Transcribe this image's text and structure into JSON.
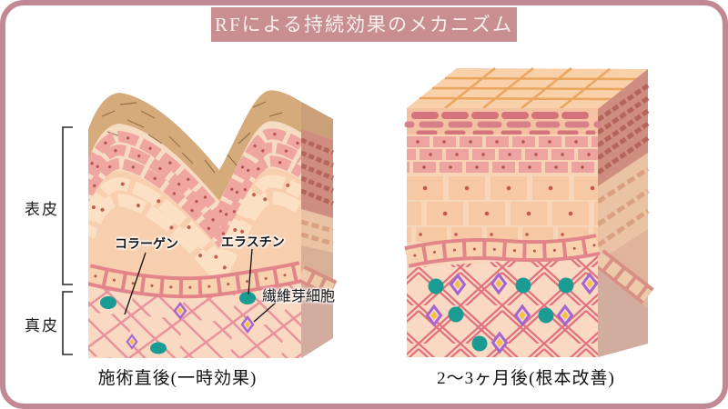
{
  "title": {
    "text": "RFによる持続効果のメカニズム"
  },
  "side_labels": {
    "epidermis": "表皮",
    "dermis": "真皮"
  },
  "annotations": {
    "collagen": "コラーゲン",
    "elastin": "エラスチン",
    "fibroblast": "繊維芽細胞"
  },
  "panels": {
    "left": {
      "caption": "施術直後(一時効果)"
    },
    "right": {
      "caption": "2〜3ヶ月後(根本改善)"
    }
  },
  "palette": {
    "frame_border": "#c08994",
    "title_bg": "#c98f90",
    "title_text": "#f6f0ec",
    "surface_brown": "#d6ab7c",
    "brick_pink": "#efa5a0",
    "cell_peach": "#f8cfae",
    "basal_band_pink": "#e2858b",
    "dermis_bg": "#f9d9c1",
    "fiber_pink": "#e0717f",
    "teal_cell": "#1a9b93",
    "diamond_purple": "#a565cb",
    "diamond_yellow": "#f5c337",
    "top_face_grid_orange": "#eaa55e",
    "label_text": "#1c1c1c"
  }
}
